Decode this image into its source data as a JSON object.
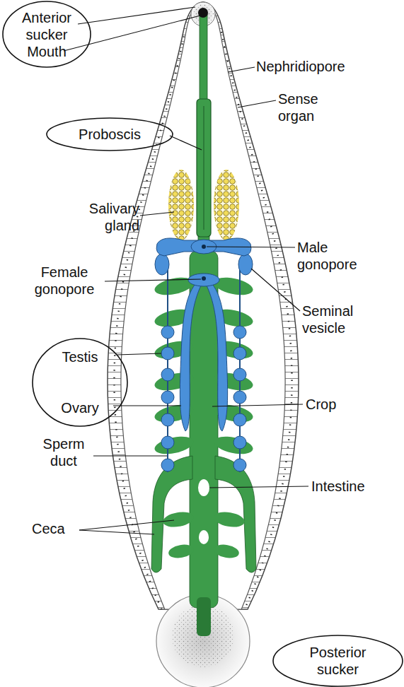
{
  "diagram": {
    "nodes": [
      {
        "text": [
          "Anterior sucker",
          "Mouth"
        ]
      },
      {
        "text": [
          "Proboscis"
        ]
      },
      {
        "text": [
          "Testis",
          "Ovary"
        ]
      },
      {
        "text": [
          "Posterior sucker"
        ]
      }
    ],
    "labels": [
      "Nephridiopore",
      "Sense organ",
      "Salivary gland",
      "Male gonopore",
      "Female gonopore",
      "Seminal vesicle",
      "Crop",
      "Sperm duct",
      "Intestine",
      "Ceca"
    ]
  }
}
